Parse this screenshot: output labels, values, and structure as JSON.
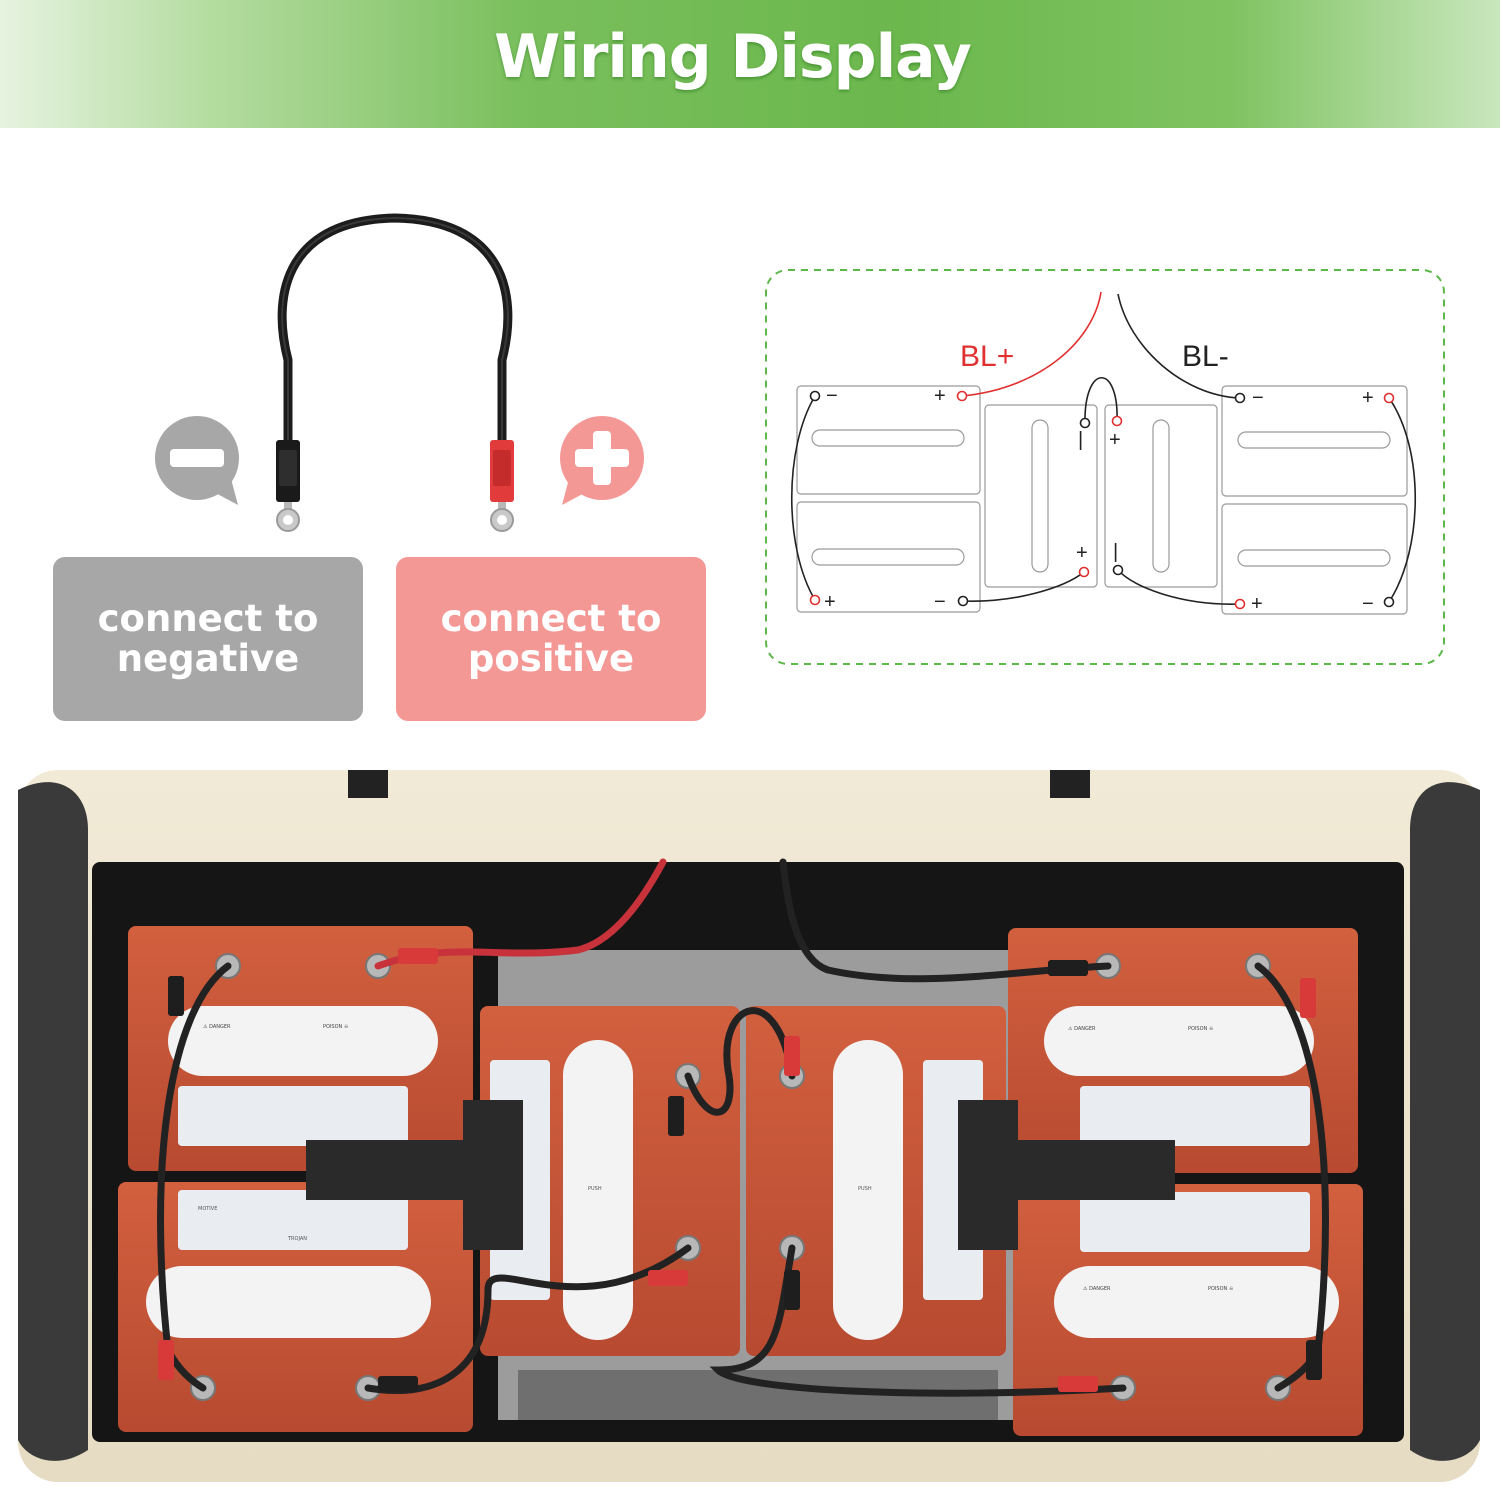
{
  "header": {
    "title": "Wiring Display"
  },
  "labels": {
    "negative": "connect to negative",
    "positive": "connect to positive"
  },
  "icons": {
    "negative": "minus-speech-bubble-icon",
    "positive": "plus-speech-bubble-icon"
  },
  "diagram": {
    "bl_plus": "BL+",
    "bl_minus": "BL-",
    "plus": "+",
    "minus": "−",
    "bar": "|"
  },
  "photo": {
    "warning_danger": "⚠ DANGER",
    "warning_poison": "POISON ☠",
    "push": "PUSH",
    "brand_motive": "MOTIVE",
    "brand_trojan": "TROJAN"
  },
  "colors": {
    "banner_green": "#6cb84d",
    "negative_gray": "#a7a7a7",
    "positive_pink": "#f49896",
    "wire_red": "#e03030",
    "dashed_green": "#5db84a",
    "battery_orange": "#c9553a"
  }
}
